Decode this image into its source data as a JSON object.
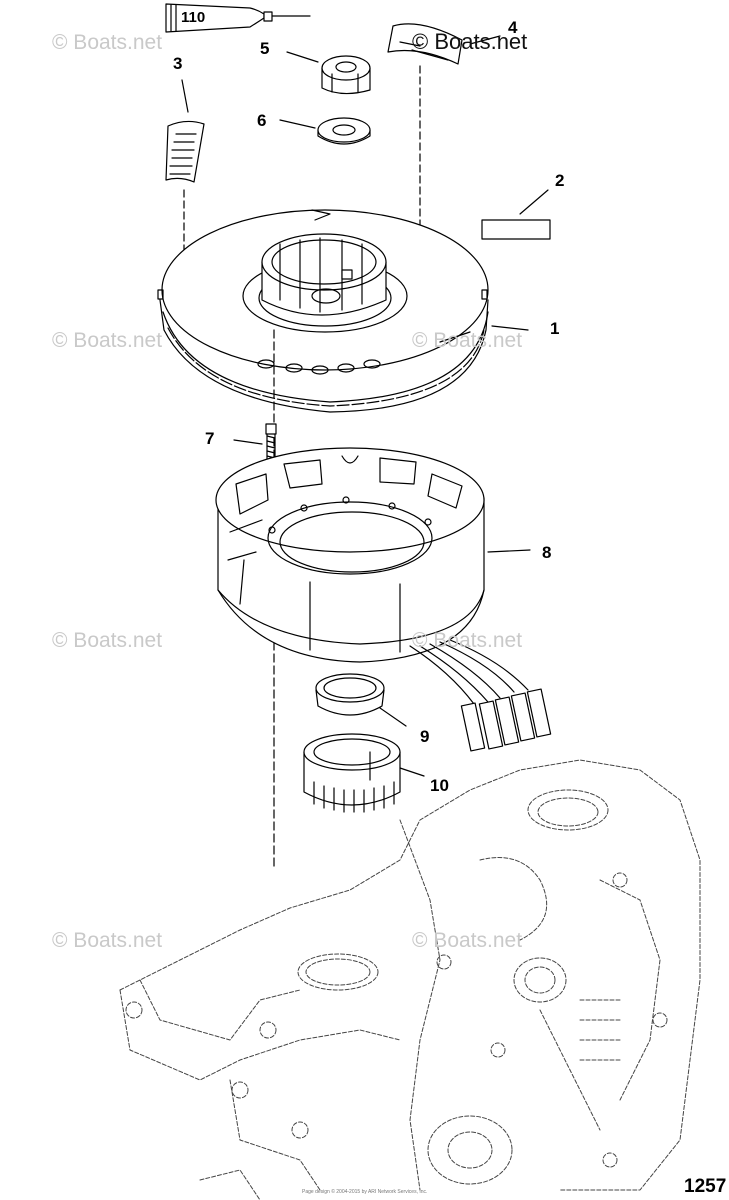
{
  "callouts": {
    "c110": "110",
    "c1": "1",
    "c2": "2",
    "c3": "3",
    "c4": "4",
    "c5": "5",
    "c6": "6",
    "c7": "7",
    "c8": "8",
    "c9": "9",
    "c10": "10"
  },
  "watermark": "© Boats.net",
  "page_number": "1257",
  "footer_note": "Page design © 2004-2015 by ARI Network Services, Inc."
}
